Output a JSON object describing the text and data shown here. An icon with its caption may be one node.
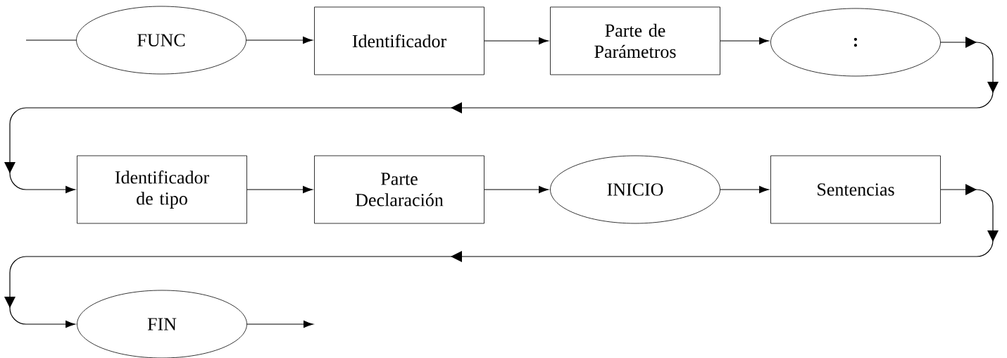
{
  "diagram": {
    "nodes": [
      {
        "text": [
          "FUNC"
        ]
      },
      {
        "text": [
          "Identificador"
        ]
      },
      {
        "text": [
          "Parte de Parámetros"
        ]
      },
      {
        "text": [
          ":"
        ]
      },
      {
        "text": [
          "Identificador de tipo"
        ]
      },
      {
        "text": [
          "Parte Declaración"
        ]
      },
      {
        "text": [
          "INICIO"
        ]
      },
      {
        "text": [
          "Sentencias"
        ]
      },
      {
        "text": [
          "FIN"
        ]
      }
    ],
    "edges": [
      {
        "from": null,
        "to": 0,
        "arrow": "none"
      },
      {
        "from": 0,
        "to": 1,
        "arrow": "to"
      },
      {
        "from": 1,
        "to": 2,
        "arrow": "to"
      },
      {
        "from": 2,
        "to": 3,
        "arrow": "to"
      },
      {
        "from": 3,
        "to": 4,
        "arrow": "to"
      },
      {
        "from": 4,
        "to": 5,
        "arrow": "to"
      },
      {
        "from": 5,
        "to": 6,
        "arrow": "to"
      },
      {
        "from": 6,
        "to": 7,
        "arrow": "to"
      },
      {
        "from": 7,
        "to": 8,
        "arrow": "to"
      },
      {
        "from": 8,
        "to": null,
        "arrow": "to"
      }
    ]
  }
}
